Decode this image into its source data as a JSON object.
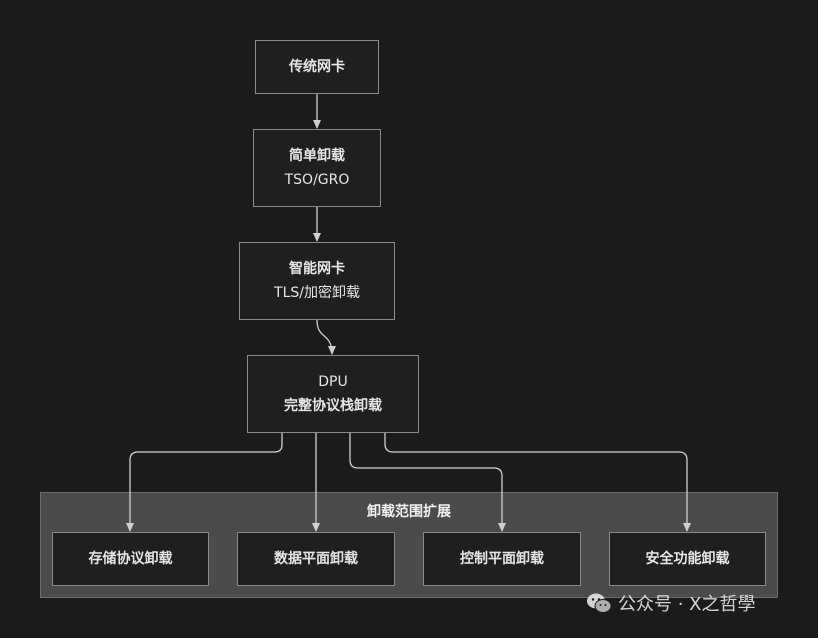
{
  "nodes": {
    "traditional_nic": {
      "line1": "传统网卡"
    },
    "simple_offload": {
      "line1": "简单卸载",
      "line2": "TSO/GRO"
    },
    "smart_nic": {
      "line1": "智能网卡",
      "line2": "TLS/加密卸载"
    },
    "dpu": {
      "line1": "DPU",
      "line2": "完整协议栈卸载"
    }
  },
  "group": {
    "title": "卸载范围扩展",
    "items": [
      "存储协议卸载",
      "数据平面卸载",
      "控制平面卸载",
      "安全功能卸载"
    ]
  },
  "watermark": {
    "text": "公众号 · X之哲學"
  },
  "colors": {
    "background": "#1b1b1b",
    "node_fill": "#1e1f1f",
    "node_border": "#8a8a8a",
    "group_fill": "#4a4b4a",
    "edge": "#d0d0d0"
  }
}
